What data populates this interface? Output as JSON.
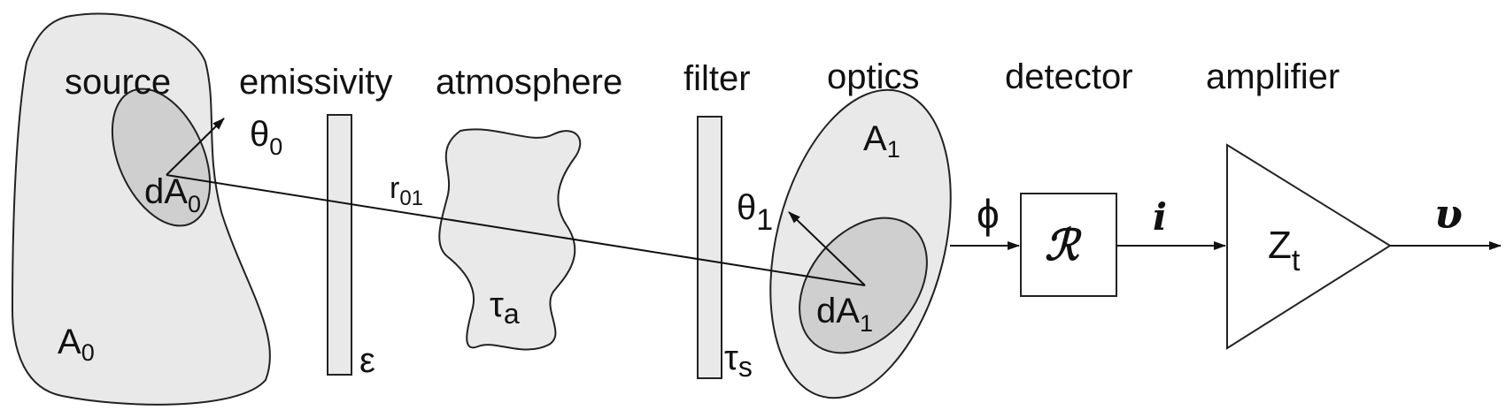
{
  "headings": {
    "source": "source",
    "emissivity": "emissivity",
    "atmosphere": "atmosphere",
    "filter": "filter",
    "optics": "optics",
    "detector": "detector",
    "amplifier": "amplifier"
  },
  "symbols": {
    "theta0": "θ",
    "theta0_sub": "0",
    "dA0": "dA",
    "dA0_sub": "0",
    "A0": "A",
    "A0_sub": "0",
    "r01": "r",
    "r01_sub": "01",
    "epsilon": "ε",
    "tau_a": "τ",
    "tau_a_sub": "a",
    "tau_s": "τ",
    "tau_s_sub": "s",
    "theta1": "θ",
    "theta1_sub": "1",
    "A1": "A",
    "A1_sub": "1",
    "dA1": "dA",
    "dA1_sub": "1",
    "phi": "ϕ",
    "responsivity": "ℛ",
    "current": "i",
    "Zt": "Z",
    "Zt_sub": "t",
    "voltage": "υ"
  }
}
